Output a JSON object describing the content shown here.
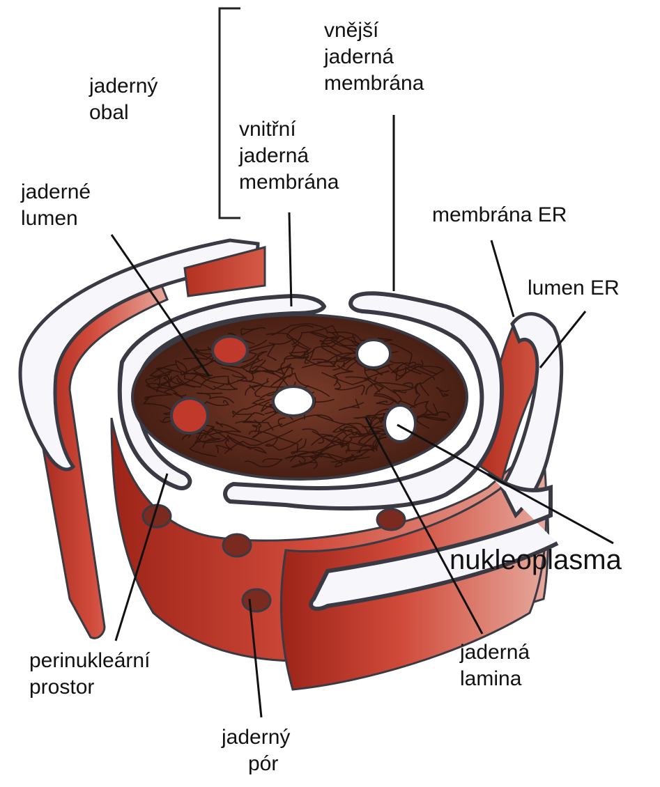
{
  "labels": {
    "envelope": {
      "lines": [
        "jaderný",
        "obal"
      ]
    },
    "outer_membrane": {
      "lines": [
        "vnější",
        "jaderná",
        "membrána"
      ]
    },
    "inner_membrane": {
      "lines": [
        "vnitřní",
        "jaderná",
        "membrána"
      ]
    },
    "nuclear_lumen": {
      "lines": [
        "jaderné",
        "lumen"
      ]
    },
    "er_membrane": {
      "lines": [
        "membrána ER"
      ]
    },
    "er_lumen": {
      "lines": [
        "lumen ER"
      ]
    },
    "nucleoplasm": {
      "lines": [
        "nukleoplasma"
      ]
    },
    "perinuclear_space": {
      "lines": [
        "perinukleární",
        "prostor"
      ]
    },
    "nuclear_pore": {
      "lines": [
        "jaderný",
        "pór"
      ]
    },
    "nuclear_lamina": {
      "lines": [
        "jaderná",
        "lamina"
      ]
    }
  },
  "colors": {
    "membrane_red": "#c0392b",
    "membrane_dark": "#8e1f16",
    "lumen_white": "#f7f7fb",
    "outline": "#3a3a44",
    "nucleoplasm_brown": "#5a2a1e",
    "fiber": "#2b120b"
  }
}
